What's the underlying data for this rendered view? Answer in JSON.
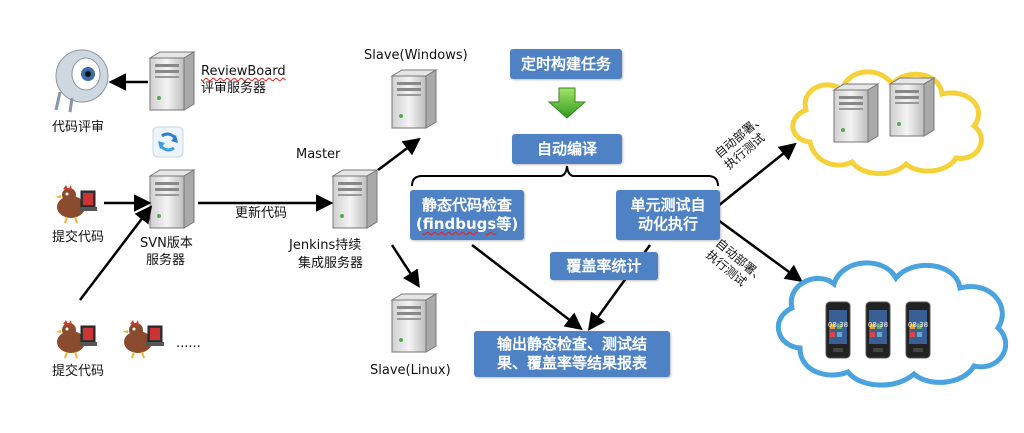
{
  "labels": {
    "code_review": "代码评审",
    "reviewboard": "ReviewBoard",
    "review_server": "评审服务器",
    "submit_code_1": "提交代码",
    "submit_code_2": "提交代码",
    "svn_line1": "SVN版本",
    "svn_line2": "服务器",
    "update_code": "更新代码",
    "master": "Master",
    "jenkins_line1": "Jenkins持续",
    "jenkins_line2": "集成服务器",
    "slave_windows": "Slave(Windows)",
    "slave_linux": "Slave(Linux)",
    "ellipsis": "......",
    "deploy_test_1_line1": "自动部署、",
    "deploy_test_1_line2": "执行测试",
    "deploy_test_2_line1": "自动部署、",
    "deploy_test_2_line2": "执行测试"
  },
  "boxes": {
    "timed_build": "定时构建任务",
    "auto_compile": "自动编译",
    "static_check_line1": "静态代码检查",
    "static_check_line2a": "(",
    "static_check_line2b": "findbugs",
    "static_check_line2c": "等)",
    "unit_test_line1": "单元测试自",
    "unit_test_line2": "动化执行",
    "coverage": "覆盖率统计",
    "output_line1": "输出静态检查、测试结",
    "output_line2": "果、覆盖率等结果报表"
  },
  "phones": {
    "time": "08:38"
  },
  "colors": {
    "box_blue": "#4f82c4",
    "arrow_green": "#3fae2a",
    "cloud_yellow": "#f5d23c",
    "cloud_blue": "#4aa3df"
  }
}
